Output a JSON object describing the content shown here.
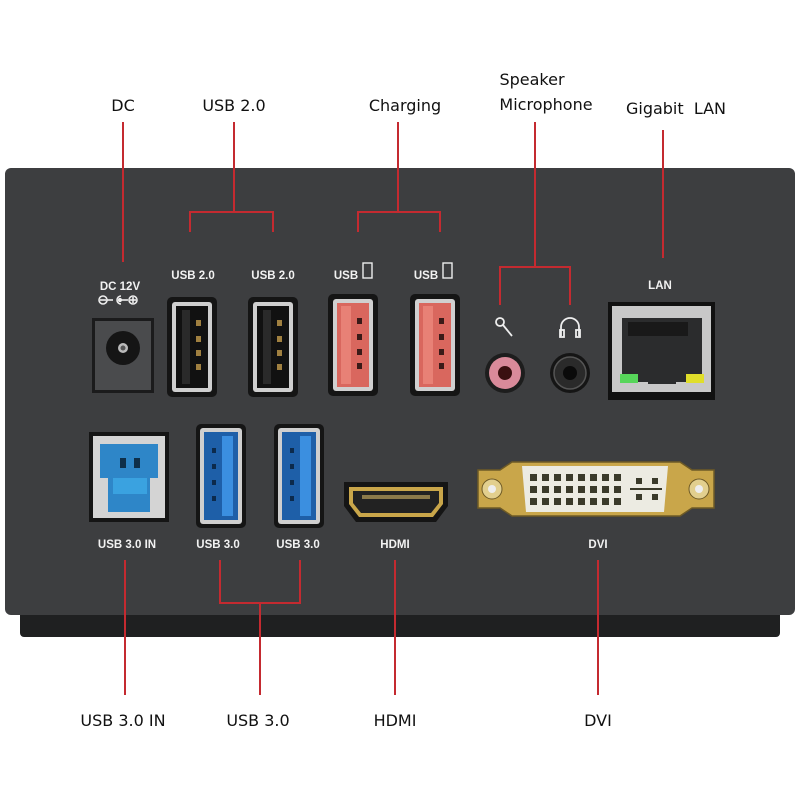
{
  "callouts": {
    "dc": "DC",
    "usb2": "USB 2.0",
    "charging": "Charging",
    "speaker": "Speaker",
    "microphone": "Microphone",
    "lan": "Gigabit  LAN",
    "usb3_in": "USB 3.0 IN",
    "usb3": "USB 3.0",
    "hdmi": "HDMI",
    "dvi": "DVI"
  },
  "port_labels": {
    "dc": "DC 12V",
    "usb2_a": "USB 2.0",
    "usb2_b": "USB 2.0",
    "charge_a": "USB",
    "charge_b": "USB",
    "lan": "LAN",
    "usb3_in": "USB 3.0 IN",
    "usb3_a": "USB 3.0",
    "usb3_b": "USB 3.0",
    "hdmi": "HDMI",
    "dvi": "DVI"
  },
  "colors": {
    "body": "#3d3e40",
    "callout_line": "#c42a30",
    "usb2": "#1a1a1a",
    "charging": "#d9675e",
    "usb3": "#2f78c8",
    "mic": "#d98a9a",
    "gold": "#c9a64a"
  }
}
